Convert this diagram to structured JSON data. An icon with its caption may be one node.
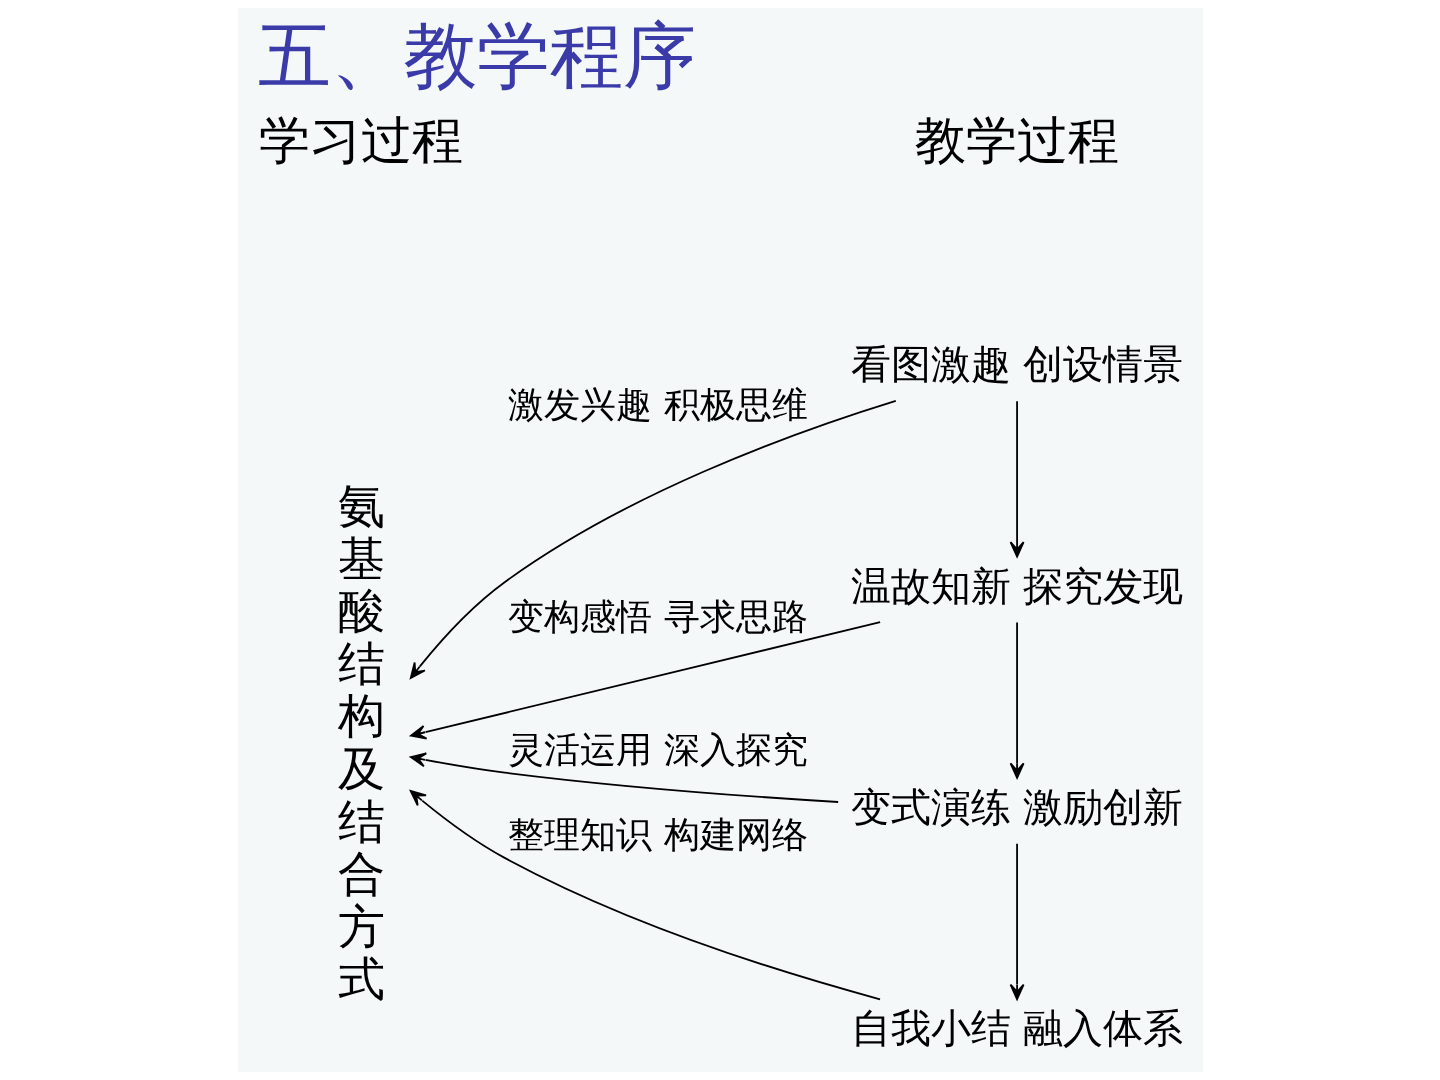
{
  "diagram": {
    "title": "五、教学程序",
    "nodes": [
      {
        "text": [
          "氨基酸结构及结合方式"
        ]
      },
      {
        "text": [
          "看图激趣 创设情景"
        ]
      },
      {
        "text": [
          "温故知新 探究发现"
        ]
      },
      {
        "text": [
          "变式演练 激励创新"
        ]
      },
      {
        "text": [
          "自我小结 融入体系"
        ]
      }
    ],
    "edges": [
      {
        "from": 1,
        "to": 0,
        "arrow": "to",
        "label": "激发兴趣 积极思维"
      },
      {
        "from": 2,
        "to": 0,
        "arrow": "to",
        "label": "变构感悟 寻求思路"
      },
      {
        "from": 3,
        "to": 0,
        "arrow": "to",
        "label": "灵活运用 深入探究"
      },
      {
        "from": 4,
        "to": 0,
        "arrow": "to",
        "label": "整理知识 构建网络"
      },
      {
        "from": 1,
        "to": 2,
        "arrow": "to"
      },
      {
        "from": 2,
        "to": 3,
        "arrow": "to"
      },
      {
        "from": 3,
        "to": 4,
        "arrow": "to"
      }
    ],
    "labels": [
      "学习过程",
      "教学过程"
    ]
  }
}
